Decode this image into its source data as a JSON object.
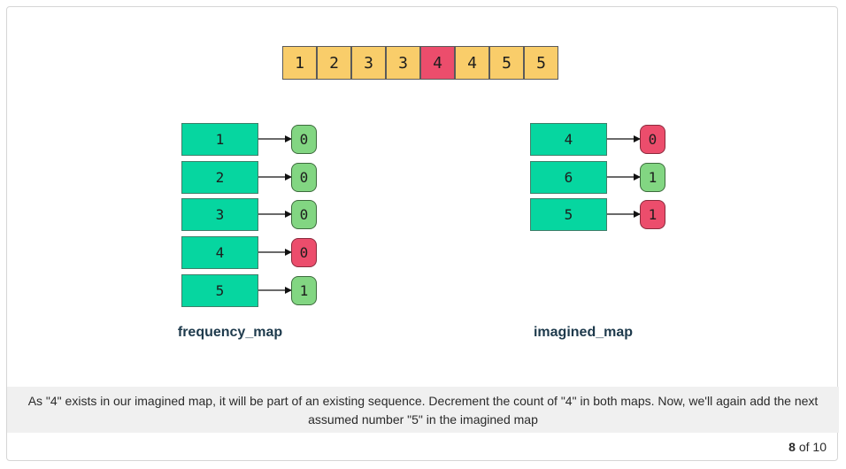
{
  "array": [
    "1",
    "2",
    "3",
    "3",
    "4",
    "4",
    "5",
    "5"
  ],
  "highlight_index": 4,
  "frequency_map": {
    "label": "frequency_map",
    "entries": [
      {
        "key": "1",
        "value": "0",
        "highlight": false
      },
      {
        "key": "2",
        "value": "0",
        "highlight": false
      },
      {
        "key": "3",
        "value": "0",
        "highlight": false
      },
      {
        "key": "4",
        "value": "0",
        "highlight": true
      },
      {
        "key": "5",
        "value": "1",
        "highlight": false
      }
    ]
  },
  "imagined_map": {
    "label": "imagined_map",
    "entries": [
      {
        "key": "4",
        "value": "0",
        "highlight": true
      },
      {
        "key": "6",
        "value": "1",
        "highlight": false
      },
      {
        "key": "5",
        "value": "1",
        "highlight": true
      }
    ]
  },
  "caption": "As \"4\" exists in our imagined map, it will be part of an existing sequence. Decrement the count of \"4\" in both maps. Now, we'll again add the next assumed number \"5\" in the imagined map",
  "pager": {
    "current": "8",
    "of_text": "of 10"
  },
  "colors": {
    "cell": "#f9cd6a",
    "highlight": "#ec4d6c",
    "key": "#06d6a0",
    "value": "#82d682"
  }
}
